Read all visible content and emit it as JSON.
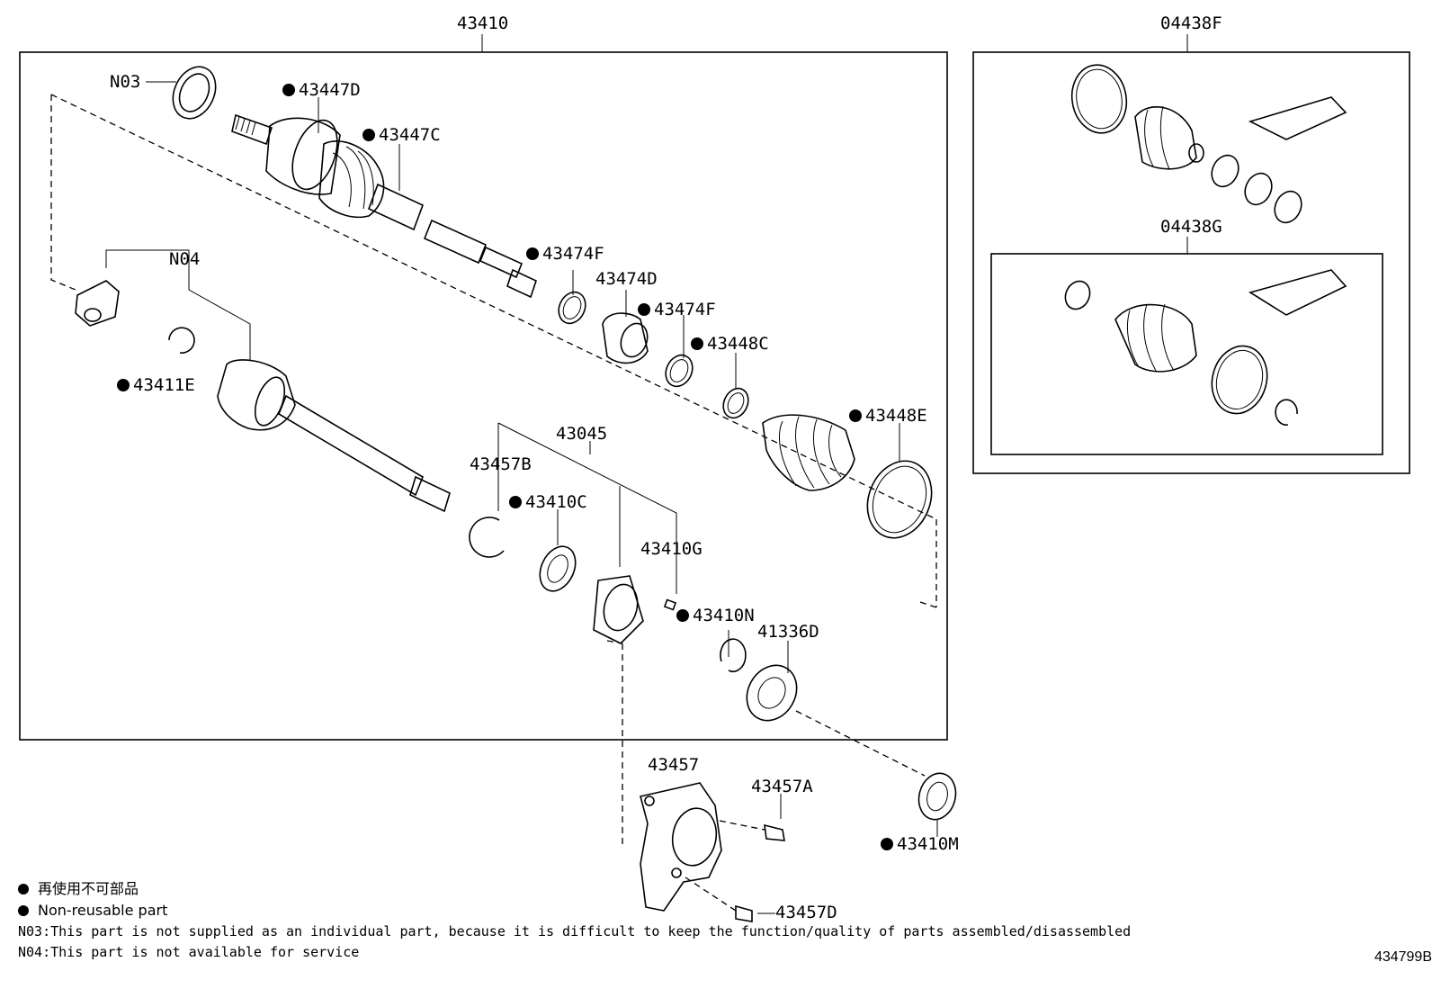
{
  "boxes": {
    "main_box_label": "43410",
    "boot_kit_outer_label": "04438F",
    "boot_kit_inner_label": "04438G"
  },
  "parts": {
    "n03": "N03",
    "p43447D": "43447D",
    "p43447C": "43447C",
    "n04": "N04",
    "p43474F_a": "43474F",
    "p43474D": "43474D",
    "p43474F_b": "43474F",
    "p43448C": "43448C",
    "p43411E": "43411E",
    "p43448E": "43448E",
    "p43045": "43045",
    "p43457B": "43457B",
    "p43410C": "43410C",
    "p43410G": "43410G",
    "p43410N": "43410N",
    "p41336D": "41336D",
    "p43457": "43457",
    "p43457A": "43457A",
    "p43410M": "43410M",
    "p43457D": "43457D"
  },
  "legend": {
    "jp": "再使用不可部品",
    "en": "Non-reusable part",
    "note_n03": "N03:This part is not supplied as an individual part, because it is difficult to keep the function/quality of parts assembled/disassembled",
    "note_n04": "N04:This part is not available for service"
  },
  "drawing_code": "434799B"
}
